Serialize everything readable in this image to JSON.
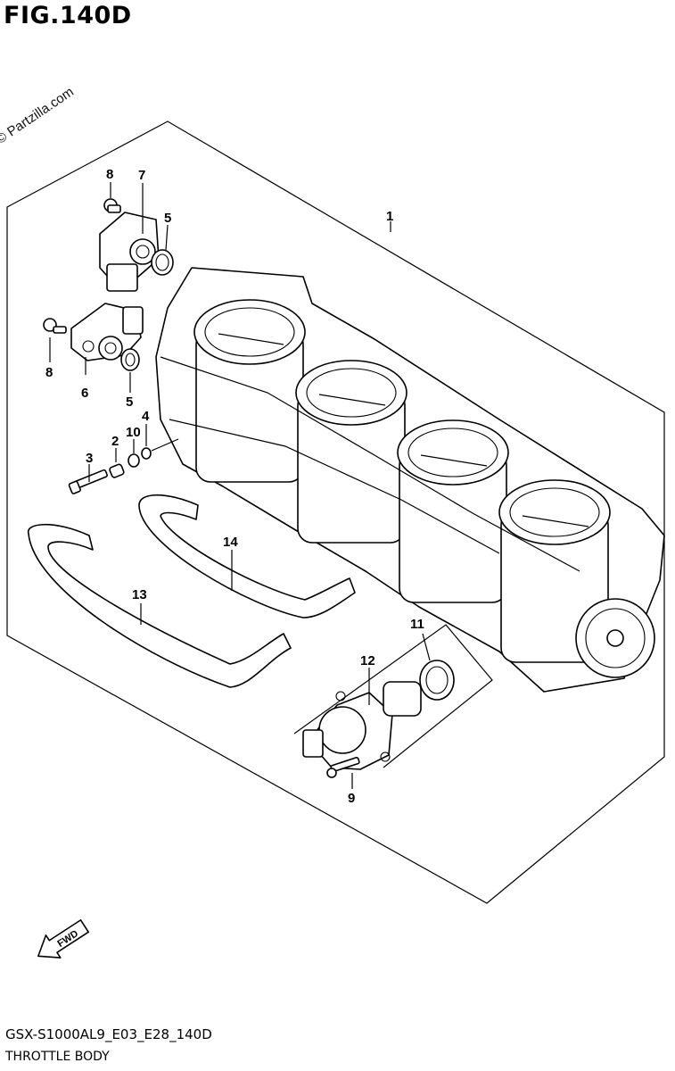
{
  "figure": {
    "title": "FIG.140D",
    "watermark": "© Partzilla.com",
    "fwd_label": "FWD",
    "code": "GSX-S1000AL9_E03_E28_140D",
    "name": "THROTTLE BODY"
  },
  "callouts": [
    {
      "id": "c1",
      "label": "1"
    },
    {
      "id": "c2",
      "label": "2"
    },
    {
      "id": "c3",
      "label": "3"
    },
    {
      "id": "c4",
      "label": "4"
    },
    {
      "id": "c5a",
      "label": "5"
    },
    {
      "id": "c5b",
      "label": "5"
    },
    {
      "id": "c6",
      "label": "6"
    },
    {
      "id": "c7",
      "label": "7"
    },
    {
      "id": "c8a",
      "label": "8"
    },
    {
      "id": "c8b",
      "label": "8"
    },
    {
      "id": "c9",
      "label": "9"
    },
    {
      "id": "c10",
      "label": "10"
    },
    {
      "id": "c11",
      "label": "11"
    },
    {
      "id": "c12",
      "label": "12"
    },
    {
      "id": "c13",
      "label": "13"
    },
    {
      "id": "c14",
      "label": "14"
    }
  ]
}
